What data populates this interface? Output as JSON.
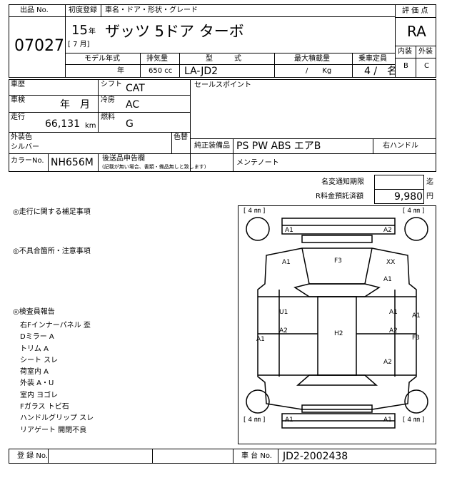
{
  "header": {
    "lot_no_label": "出品 No.",
    "lot_no": "07027",
    "first_reg_label": "初度登録",
    "year_value": "15",
    "year_unit": "年",
    "month_value": "[ 7 月]",
    "car_name_label": "車名・ドア・形状・グレード",
    "car_name": "ザッツ 5ドア ターボ",
    "model_year_label": "モデル年式",
    "model_year_unit": "年",
    "displacement_label": "排気量",
    "displacement": "650 cc",
    "type_label": "型　　　式",
    "type_value": "LA-JD2",
    "max_load_label": "最大積載量",
    "max_load_value": "/　　Kg",
    "capacity_label": "乗車定員",
    "capacity_value": "4 /　名",
    "score_label": "評 価 点",
    "score": "RA",
    "interior_label": "内装",
    "exterior_label": "外装",
    "interior_grade": "B",
    "exterior_grade": "C"
  },
  "specs": {
    "history_label": "車歴",
    "shift_label": "シフト",
    "shift_value": "CAT",
    "inspection_label": "車検",
    "inspection_value": "年　月",
    "aircon_label": "冷房",
    "aircon_value": "AC",
    "mileage_label": "走行",
    "mileage_value": "66,131",
    "mileage_unit": "km",
    "fuel_label": "燃料",
    "fuel_value": "G",
    "sales_points_label": "セールスポイント",
    "ext_color_label": "外装色",
    "ext_color_value": "シルバー",
    "color_change_label": "色替",
    "equipment_label": "純正装備品",
    "equipment_value": "PS PW ABS エアB",
    "steering_value": "右ハンドル",
    "color_no_label": "カラーNo.",
    "color_no_value": "NH656M",
    "doc_label": "後送品申告欄",
    "doc_note": "(記載が無い場合、書類・備品無しと致します)",
    "doc_value": "メンテノート"
  },
  "notices": {
    "notice_label": "名変通知期限",
    "notice_unit": "迄",
    "recycle_label": "R料金預託済額",
    "recycle_value": "9,980",
    "recycle_unit": "円"
  },
  "remarks": {
    "driving_title": "◎走行に関する補足事項",
    "defects_title": "◎不具合箇所・注意事項",
    "inspector_title": "◎検査員報告",
    "items": [
      "右Fインナーパネル 歪",
      "Dミラー A",
      "トリム A",
      "シート スレ",
      "荷室内 A",
      "外装 A・U",
      "室内 ヨゴレ",
      "Fガラス トビ石",
      "ハンドルグリップ スレ",
      "リアゲート 開閉不良"
    ]
  },
  "diagram": {
    "tire_front_left": "[ 4 ㎜ ]",
    "tire_front_right": "[ 4 ㎜ ]",
    "tire_rear_left": "[ 4 ㎜ ]",
    "tire_rear_right": "[ 4 ㎜ ]",
    "marks": {
      "front_bumper_left": "A1",
      "front_bumper_right": "A2",
      "left_fender": "A1",
      "hood": "F3",
      "right_fender_xx": "XX",
      "right_fender": "A1",
      "left_front_door_u": "U1",
      "left_front_door": "A2",
      "left_rocker": "A1",
      "roof": "H2",
      "right_front_door_a1": "A1",
      "right_front_door_a2": "A2",
      "right_pillar": "A1",
      "windshield_right": "F3",
      "right_rear_door": "A2",
      "rear_bumper_left": "A1",
      "rear_bumper_right": "A1"
    }
  },
  "footer": {
    "reg_no_label": "登 録 No.",
    "chassis_label": "車 台 No.",
    "chassis_value": "JD2-2002438"
  }
}
